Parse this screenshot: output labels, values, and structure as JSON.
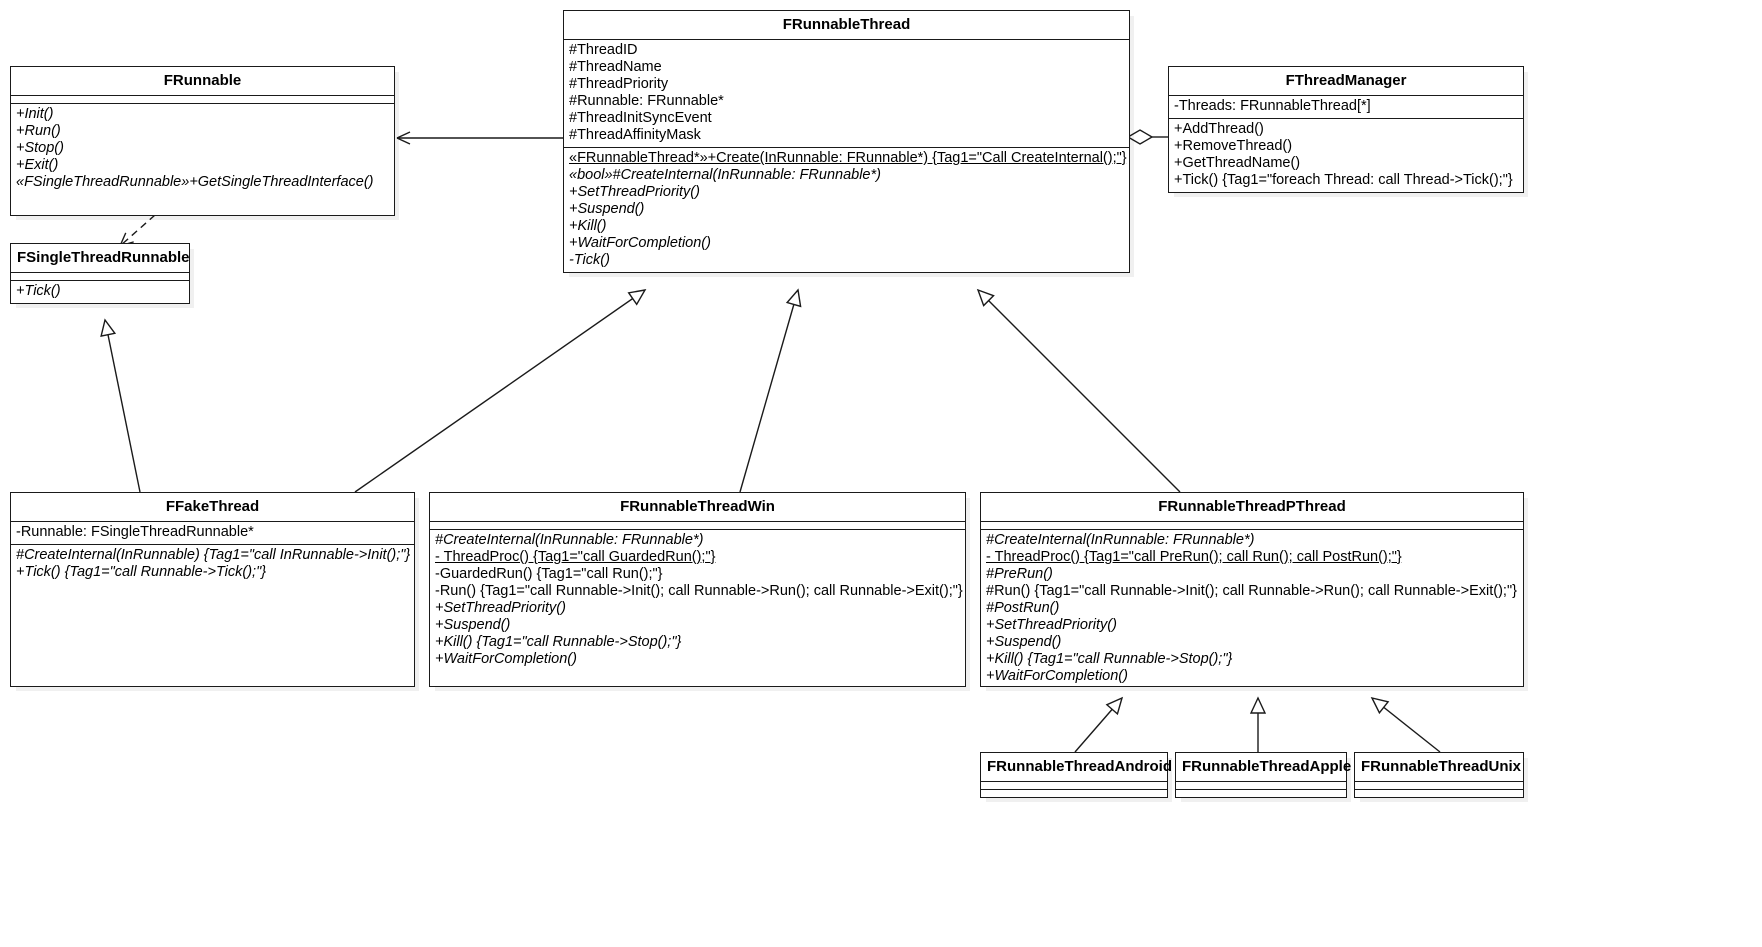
{
  "diagram": {
    "type": "uml-class-diagram",
    "title": "FRunnableThread class hierarchy"
  },
  "classes": {
    "frunnable": {
      "name": "FRunnable",
      "attributes": [],
      "methods": [
        {
          "text": "+Init()",
          "italic": true,
          "underline": false
        },
        {
          "text": "+Run()",
          "italic": true,
          "underline": false
        },
        {
          "text": "+Stop()",
          "italic": true,
          "underline": false
        },
        {
          "text": "+Exit()",
          "italic": true,
          "underline": false
        },
        {
          "text": "«FSingleThreadRunnable»+GetSingleThreadInterface()",
          "italic": true,
          "underline": false
        }
      ]
    },
    "fsinglethreadrunnable": {
      "name": "FSingleThreadRunnable",
      "attributes": [],
      "methods": [
        {
          "text": "+Tick()",
          "italic": true,
          "underline": false
        }
      ]
    },
    "frunnablethread": {
      "name": "FRunnableThread",
      "attributes": [
        {
          "text": "#ThreadID",
          "italic": false,
          "underline": false
        },
        {
          "text": "#ThreadName",
          "italic": false,
          "underline": false
        },
        {
          "text": "#ThreadPriority",
          "italic": false,
          "underline": false
        },
        {
          "text": "#Runnable: FRunnable*",
          "italic": false,
          "underline": false
        },
        {
          "text": "#ThreadInitSyncEvent",
          "italic": false,
          "underline": false
        },
        {
          "text": "#ThreadAffinityMask",
          "italic": false,
          "underline": false
        }
      ],
      "methods": [
        {
          "text": "«FRunnableThread*»+Create(InRunnable: FRunnable*) {Tag1=\"Call CreateInternal();\"}",
          "italic": false,
          "underline": true
        },
        {
          "text": "«bool»#CreateInternal(InRunnable: FRunnable*)",
          "italic": true,
          "underline": false
        },
        {
          "text": "+SetThreadPriority()",
          "italic": true,
          "underline": false
        },
        {
          "text": "+Suspend()",
          "italic": true,
          "underline": false
        },
        {
          "text": "+Kill()",
          "italic": true,
          "underline": false
        },
        {
          "text": "+WaitForCompletion()",
          "italic": true,
          "underline": false
        },
        {
          "text": "-Tick()",
          "italic": true,
          "underline": false
        }
      ]
    },
    "fthreadmanager": {
      "name": "FThreadManager",
      "attributes": [
        {
          "text": "-Threads: FRunnableThread[*]",
          "italic": false,
          "underline": false
        }
      ],
      "methods": [
        {
          "text": "+AddThread()",
          "italic": false,
          "underline": false
        },
        {
          "text": "+RemoveThread()",
          "italic": false,
          "underline": false
        },
        {
          "text": "+GetThreadName()",
          "italic": false,
          "underline": false
        },
        {
          "text": "+Tick() {Tag1=\"foreach Thread: call Thread->Tick();\"}",
          "italic": false,
          "underline": false
        }
      ]
    },
    "ffakethread": {
      "name": "FFakeThread",
      "attributes": [
        {
          "text": "-Runnable: FSingleThreadRunnable*",
          "italic": false,
          "underline": false
        }
      ],
      "methods": [
        {
          "text": "#CreateInternal(InRunnable) {Tag1=\"call InRunnable->Init();\"}",
          "italic": true,
          "underline": false
        },
        {
          "text": "+Tick() {Tag1=\"call Runnable->Tick();\"}",
          "italic": true,
          "underline": false
        }
      ]
    },
    "frunnablethreadwin": {
      "name": "FRunnableThreadWin",
      "attributes": [],
      "methods": [
        {
          "text": "#CreateInternal(InRunnable: FRunnable*)",
          "italic": true,
          "underline": false
        },
        {
          "text": "-  ThreadProc() {Tag1=\"call GuardedRun();\"}",
          "italic": false,
          "underline": true
        },
        {
          "text": "-GuardedRun() {Tag1=\"call Run();\"}",
          "italic": false,
          "underline": false
        },
        {
          "text": "-Run() {Tag1=\"call Runnable->Init(); call Runnable->Run(); call Runnable->Exit();\"}",
          "italic": false,
          "underline": false
        },
        {
          "text": "+SetThreadPriority()",
          "italic": true,
          "underline": false
        },
        {
          "text": "+Suspend()",
          "italic": true,
          "underline": false
        },
        {
          "text": "+Kill() {Tag1=\"call Runnable->Stop();\"}",
          "italic": true,
          "underline": false
        },
        {
          "text": "+WaitForCompletion()",
          "italic": true,
          "underline": false
        }
      ]
    },
    "frunnablethreadpthread": {
      "name": "FRunnableThreadPThread",
      "attributes": [],
      "methods": [
        {
          "text": "#CreateInternal(InRunnable: FRunnable*)",
          "italic": true,
          "underline": false
        },
        {
          "text": "-  ThreadProc() {Tag1=\"call PreRun(); call Run(); call PostRun();\"}",
          "italic": false,
          "underline": true
        },
        {
          "text": "#PreRun()",
          "italic": true,
          "underline": false
        },
        {
          "text": "#Run() {Tag1=\"call Runnable->Init(); call Runnable->Run(); call Runnable->Exit();\"}",
          "italic": false,
          "underline": false
        },
        {
          "text": "#PostRun()",
          "italic": true,
          "underline": false
        },
        {
          "text": "+SetThreadPriority()",
          "italic": true,
          "underline": false
        },
        {
          "text": "+Suspend()",
          "italic": true,
          "underline": false
        },
        {
          "text": "+Kill() {Tag1=\"call Runnable->Stop();\"}",
          "italic": true,
          "underline": false
        },
        {
          "text": "+WaitForCompletion()",
          "italic": true,
          "underline": false
        }
      ]
    },
    "frunnablethreadandroid": {
      "name": "FRunnableThreadAndroid",
      "attributes": [],
      "methods": []
    },
    "frunnablethreadapple": {
      "name": "FRunnableThreadApple",
      "attributes": [],
      "methods": []
    },
    "frunnablethreadunix": {
      "name": "FRunnableThreadUnix",
      "attributes": [],
      "methods": []
    }
  },
  "relationships": [
    {
      "from": "frunnablethread",
      "to": "frunnable",
      "type": "association-arrow"
    },
    {
      "from": "frunnable",
      "to": "fsinglethreadrunnable",
      "type": "dependency-dashed"
    },
    {
      "from": "fthreadmanager",
      "to": "frunnablethread",
      "type": "aggregation-diamond"
    },
    {
      "from": "ffakethread",
      "to": "frunnablethread",
      "type": "generalization"
    },
    {
      "from": "frunnablethreadwin",
      "to": "frunnablethread",
      "type": "generalization"
    },
    {
      "from": "frunnablethreadpthread",
      "to": "frunnablethread",
      "type": "generalization"
    },
    {
      "from": "ffakethread",
      "to": "fsinglethreadrunnable",
      "type": "generalization"
    },
    {
      "from": "frunnablethreadandroid",
      "to": "frunnablethreadpthread",
      "type": "generalization"
    },
    {
      "from": "frunnablethreadapple",
      "to": "frunnablethreadpthread",
      "type": "generalization"
    },
    {
      "from": "frunnablethreadunix",
      "to": "frunnablethreadpthread",
      "type": "generalization"
    }
  ],
  "colors": {
    "stroke": "#1a1a1a",
    "background": "#ffffff",
    "shadow": "#f0f0f0"
  }
}
